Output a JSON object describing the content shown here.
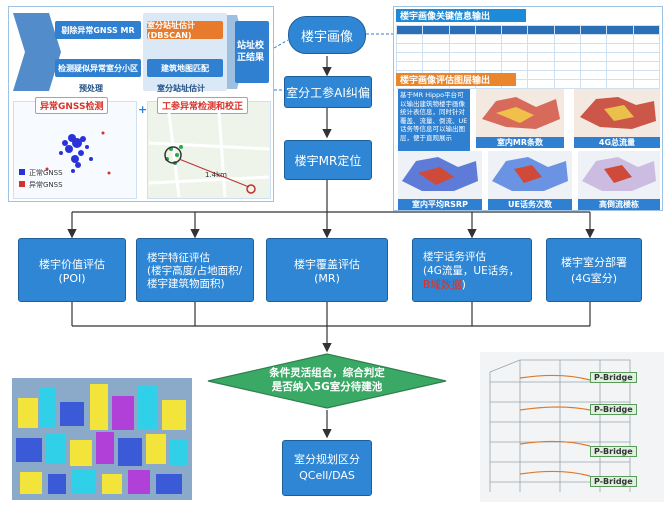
{
  "colors": {
    "box_blue": "#2e86d4",
    "orange": "#e77a2b",
    "green": "#3aa966",
    "light_blue": "#9cc3e6",
    "red_text": "#d8322a"
  },
  "top_left": {
    "col1_steps": [
      "剔除异常GNSS MR",
      "检测疑似异常室分小区"
    ],
    "col1_caption": "预处理",
    "col2_steps": [
      "室分站址估计(DBSCAN)",
      "建筑地图匹配"
    ],
    "col2_caption": "室分站址估计",
    "final_box": "站址校正结果",
    "panel_left_title": "异常GNSS检测",
    "panel_right_title": "工参异常检测和校正",
    "legend_normal": "正常GNSS",
    "legend_abnormal": "异常GNSS",
    "distance_label": "1.4km"
  },
  "flow": {
    "start": "楼宇画像",
    "step2": "室分工参AI纠偏",
    "step3": "楼宇MR定位",
    "branches": [
      {
        "title": "楼宇价值评估",
        "sub": "(POI)"
      },
      {
        "title": "楼宇特征评估",
        "sub": "(楼宇高度/占地面积/楼宇建筑物面积)"
      },
      {
        "title": "楼宇覆盖评估",
        "sub": "(MR)"
      },
      {
        "title": "楼宇话务评估",
        "sub": "(4G流量，UE话务，",
        "highlight": "B域数据",
        "tail": ")"
      },
      {
        "title": "楼宇室分部署",
        "sub": "(4G室分)"
      }
    ],
    "decision": [
      "条件灵活组合，综合判定",
      "是否纳入5G室分待建池"
    ],
    "final": [
      "室分规划区分",
      "QCell/DAS"
    ]
  },
  "right_panel": {
    "table_title": "楼宇画像关键信息输出",
    "eval_title": "楼宇画像评估图层输出",
    "eval_desc": "基于MR Hippo平台可以输出建筑物楼宇画像统计表信息，同时针对覆盖、流量、倒流、UE话务等信息可以输出图层，便于直观展示",
    "maps": [
      "室内MR条数",
      "4G总流量",
      "室内平均RSRP",
      "UE话务次数",
      "高倒流楼栋"
    ]
  },
  "bridge_labels": [
    "P-Bridge",
    "P-Bridge",
    "P-Bridge",
    "P-Bridge"
  ]
}
